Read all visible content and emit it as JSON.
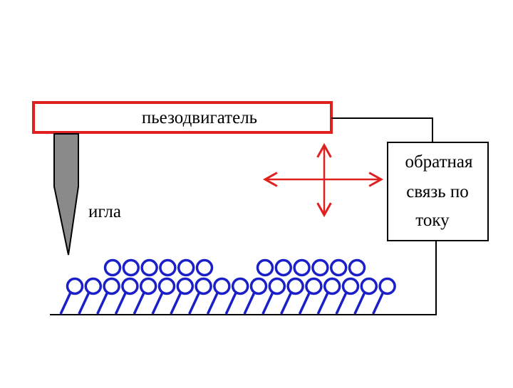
{
  "labels": {
    "piezo": "пьезодвигатель",
    "needle": "игла",
    "feedback_line1": "обратная",
    "feedback_line2": "связь по",
    "feedback_line3": "току"
  },
  "colors": {
    "piezo_border": "#e0201e",
    "arrows": "#e0201e",
    "needle_fill": "#8a8a8a",
    "atoms": "#1a1fc8",
    "wires": "#000000"
  },
  "icons": {
    "needle": "needle-probe-icon",
    "move_arrows": "four-direction-arrows-icon"
  },
  "atoms": {
    "bottom_row_count": 18,
    "top_row_left_count": 6,
    "top_row_right_count": 6
  }
}
